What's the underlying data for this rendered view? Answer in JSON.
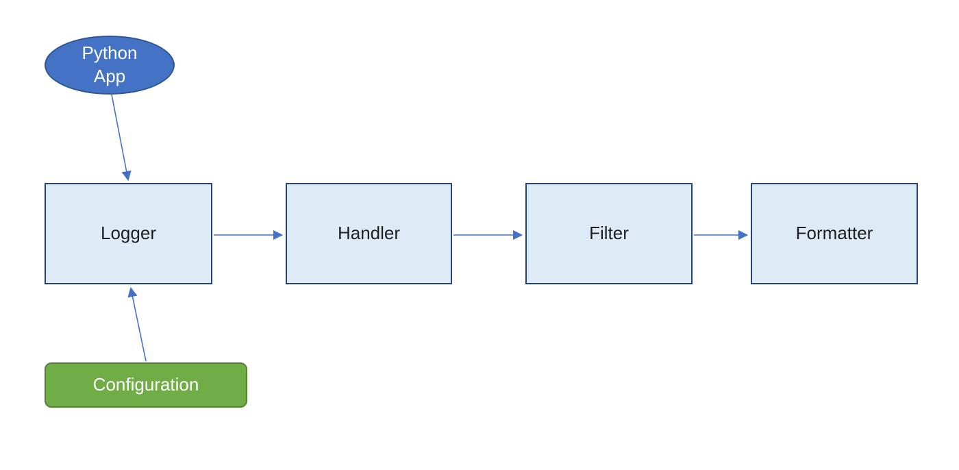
{
  "diagram": {
    "background": "#ffffff",
    "colors": {
      "terminal_fill": "#4472c4",
      "terminal_border": "#2f5597",
      "process_fill": "#deeaf6",
      "process_border": "#24437c",
      "config_fill": "#70ad47",
      "config_border": "#548235",
      "arrow": "#4472c4",
      "process_text": "#1f1f1f",
      "light_text": "#ffffff"
    },
    "nodes": {
      "python_app": {
        "label": "Python App",
        "line1": "Python",
        "line2": "App",
        "shape": "ellipse"
      },
      "logger": {
        "label": "Logger",
        "shape": "rectangle"
      },
      "handler": {
        "label": "Handler",
        "shape": "rectangle"
      },
      "filter": {
        "label": "Filter",
        "shape": "rectangle"
      },
      "formatter": {
        "label": "Formatter",
        "shape": "rectangle"
      },
      "configuration": {
        "label": "Configuration",
        "shape": "rounded-rectangle"
      }
    },
    "edges": [
      {
        "from": "python_app",
        "to": "logger"
      },
      {
        "from": "configuration",
        "to": "logger"
      },
      {
        "from": "logger",
        "to": "handler"
      },
      {
        "from": "handler",
        "to": "filter"
      },
      {
        "from": "filter",
        "to": "formatter"
      }
    ]
  }
}
